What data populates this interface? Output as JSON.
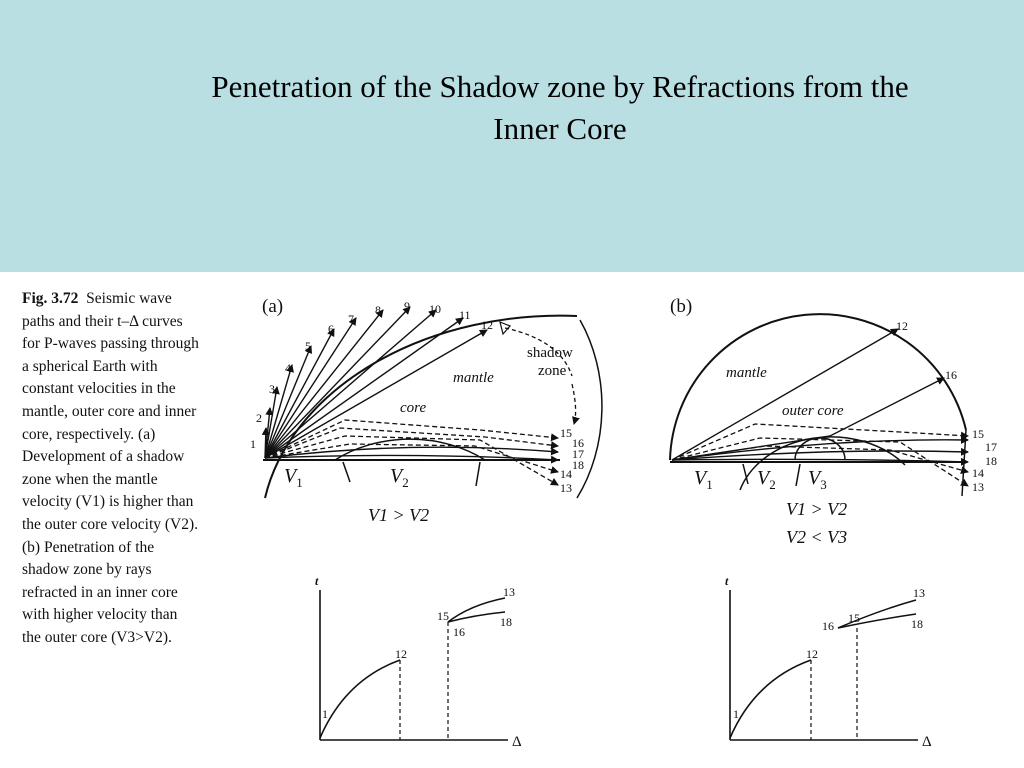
{
  "slide": {
    "title_line1": "Penetration of the Shadow zone by Refractions from the",
    "title_line2": "Inner Core"
  },
  "caption": {
    "fig_number": "Fig. 3.72",
    "lines": [
      "Seismic wave",
      "paths and their t–Δ curves",
      "for P-waves passing through",
      "a spherical Earth with",
      "constant velocities in the",
      "mantle, outer core and inner",
      "core, respectively. (a)",
      "Development of a shadow",
      "zone when the mantle",
      "velocity (V1) is higher than",
      "the outer core velocity (V2).",
      "(b) Penetration of the",
      "shadow zone by rays",
      "refracted in an inner core",
      "with higher velocity than",
      "the outer core (V3>V2)."
    ]
  },
  "panel_a": {
    "label": "(a)",
    "mantle_label": "mantle",
    "core_label": "core",
    "shadow_label_1": "shadow",
    "shadow_label_2": "zone",
    "v1": "V",
    "v1_sub": "1",
    "v2": "V",
    "v2_sub": "2",
    "relation": "V1 > V2",
    "ray_labels": [
      "1",
      "2",
      "3",
      "4",
      "5",
      "6",
      "7",
      "8",
      "9",
      "10",
      "11",
      "12"
    ],
    "core_ray_labels": [
      "15",
      "16",
      "17",
      "18",
      "14",
      "13"
    ]
  },
  "panel_b": {
    "label": "(b)",
    "mantle_label": "mantle",
    "outer_core_label": "outer core",
    "v1": "V",
    "v1_sub": "1",
    "v2": "V",
    "v2_sub": "2",
    "v3": "V",
    "v3_sub": "3",
    "relation_1": "V1 > V2",
    "relation_2": "V2 < V3",
    "ray_labels": [
      "12",
      "16",
      "15",
      "17",
      "18",
      "14",
      "13"
    ]
  },
  "graph_a": {
    "y_axis": "t",
    "x_axis": "Δ",
    "labels": [
      "1",
      "12",
      "15",
      "16",
      "13",
      "18"
    ]
  },
  "graph_b": {
    "y_axis": "t",
    "x_axis": "Δ",
    "labels": [
      "1",
      "12",
      "16",
      "15",
      "13",
      "18"
    ]
  }
}
